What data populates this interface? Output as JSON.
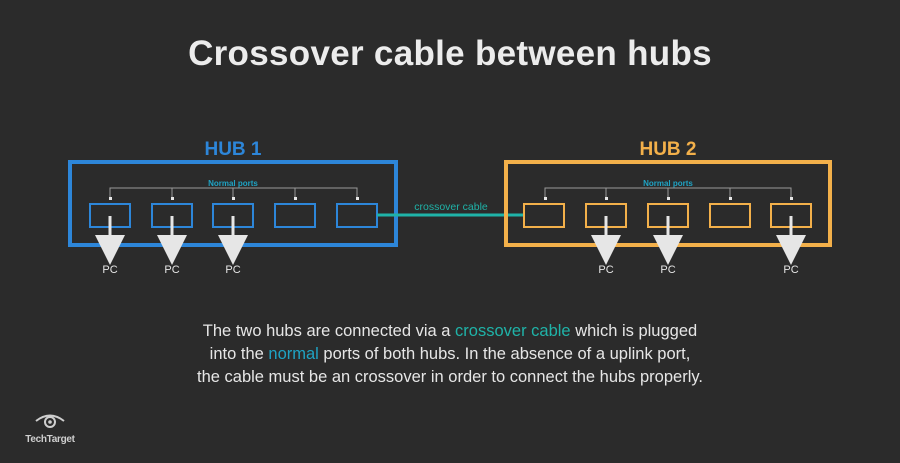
{
  "title": "Crossover cable between hubs",
  "colors": {
    "background": "#2b2b2b",
    "hub1": "#2d86d9",
    "hub2": "#f3b04a",
    "cable": "#1fb3a8",
    "ports_label": "#1fa3c4",
    "arrow": "#e6e6e6"
  },
  "hub1": {
    "label": "HUB 1",
    "ports_label": "Normal ports",
    "ports": 5,
    "pc_connected_ports": [
      1,
      2,
      3
    ],
    "pc_label": "PC"
  },
  "hub2": {
    "label": "HUB 2",
    "ports_label": "Normal ports",
    "ports": 5,
    "pc_connected_ports": [
      2,
      3,
      5
    ],
    "pc_label": "PC"
  },
  "cable": {
    "label": "crossover cable"
  },
  "caption": {
    "line1_pre": "The two hubs are connected via a ",
    "line1_hl": "crossover cable",
    "line1_post": " which is plugged",
    "line2_pre": "into the ",
    "line2_hl": "normal",
    "line2_post": " ports of both hubs. In the absence of a uplink port,",
    "line3": "the cable must be an crossover in order to connect the hubs properly."
  },
  "logo": {
    "text": "TechTarget"
  }
}
